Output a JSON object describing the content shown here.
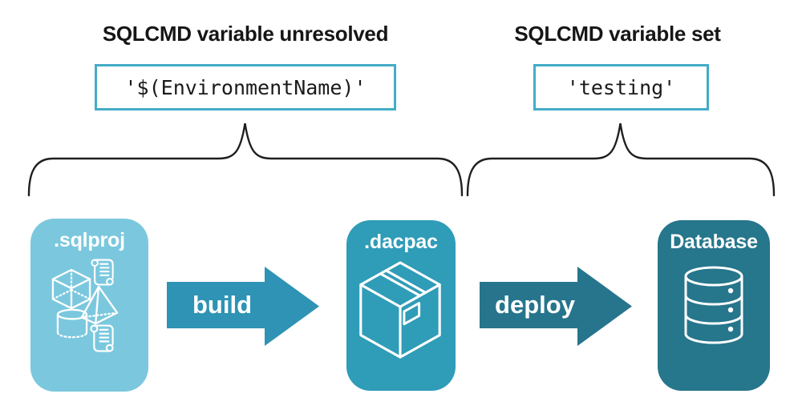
{
  "colors": {
    "background": "#ffffff",
    "ink": "#161616",
    "code_border": "#44acc8",
    "sqlproj_fill": "#7bc8de",
    "dacpac_fill": "#2f9cb8",
    "build_arrow_fill": "#2e93b4",
    "database_fill": "#26768c",
    "deploy_arrow_fill": "#26758c",
    "white": "#ffffff"
  },
  "annotations": {
    "unresolved": {
      "title": "SQLCMD variable unresolved",
      "code": "'$(EnvironmentName)'"
    },
    "set": {
      "title": "SQLCMD variable set",
      "code": "'testing'"
    }
  },
  "pipeline": {
    "nodes": [
      {
        "id": "sqlproj",
        "label": ".sqlproj",
        "icons": [
          "scroll-icon",
          "cube-icon",
          "pyramid-icon",
          "cylinder-icon",
          "scroll-icon"
        ]
      },
      {
        "id": "dacpac",
        "label": ".dacpac",
        "icons": [
          "package-icon"
        ]
      },
      {
        "id": "database",
        "label": "Database",
        "icons": [
          "database-icon"
        ]
      }
    ],
    "arrows": [
      {
        "id": "build",
        "label": "build"
      },
      {
        "id": "deploy",
        "label": "deploy"
      }
    ]
  }
}
